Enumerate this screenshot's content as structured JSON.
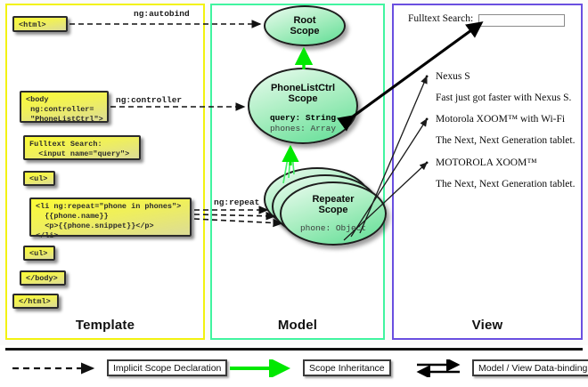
{
  "columns": [
    {
      "key": "template",
      "label": "Template",
      "border_color": "#f2f211"
    },
    {
      "key": "model",
      "label": "Model",
      "border_color": "#41f4a0"
    },
    {
      "key": "view",
      "label": "View",
      "border_color": "#6a4fe0"
    }
  ],
  "template": {
    "boxes": [
      {
        "name": "html-open-box",
        "text": "<html>"
      },
      {
        "name": "body-open-box",
        "text": "<body\n ng:controller=\n \"PhoneListCtrl\">"
      },
      {
        "name": "search-box",
        "text": "Fulltext Search:\n  <input name=\"query\">"
      },
      {
        "name": "ul-open-box",
        "text": "<ul>"
      },
      {
        "name": "li-repeat-box",
        "text": "<li ng:repeat=\"phone in phones\">\n  {{phone.name}}\n  <p>{{phone.snippet}}</p>\n</li>"
      },
      {
        "name": "ul-close-box",
        "text": "<ul>"
      },
      {
        "name": "body-close-box",
        "text": "</body>"
      },
      {
        "name": "html-close-box",
        "text": "</html>"
      }
    ]
  },
  "connectors": [
    {
      "name": "ng-autobind-label",
      "text": "ng:autobind"
    },
    {
      "name": "ng-controller-label",
      "text": "ng:controller"
    },
    {
      "name": "ng-repeat-label",
      "text": "ng:repeat"
    }
  ],
  "model": {
    "scopes": [
      {
        "name": "root-scope",
        "title": "Root\nScope",
        "props": []
      },
      {
        "name": "phonelistctrl-scope",
        "title": "PhoneListCtrl\nScope",
        "props": [
          {
            "text": "query: String",
            "emphasis": "strong"
          },
          {
            "text": "phones: Array",
            "emphasis": "dim"
          }
        ]
      },
      {
        "name": "repeater-scope",
        "title": "Repeater\nScope",
        "props": [
          {
            "text": "phone: Object",
            "emphasis": "dim"
          }
        ]
      }
    ]
  },
  "view": {
    "search_label": "Fulltext Search:",
    "search_value": "",
    "search_placeholder": "",
    "items": [
      {
        "title": "Nexus S",
        "snippet": "Fast just got faster with Nexus S."
      },
      {
        "title": "Motorola XOOM™  with Wi-Fi",
        "snippet": "The Next, Next Generation tablet."
      },
      {
        "title": "MOTOROLA XOOM™",
        "snippet": "The Next, Next Generation tablet."
      }
    ]
  },
  "legend": [
    {
      "name": "legend-implicit-scope",
      "label": "Implicit Scope Declaration",
      "glyph": "dashed-arrow",
      "color": "#111111"
    },
    {
      "name": "legend-inheritance",
      "label": "Scope Inheritance",
      "glyph": "green-arrow",
      "color": "#00e800"
    },
    {
      "name": "legend-data-binding",
      "label": "Model / View Data-binding",
      "glyph": "double-arrow",
      "color": "#111111"
    }
  ]
}
